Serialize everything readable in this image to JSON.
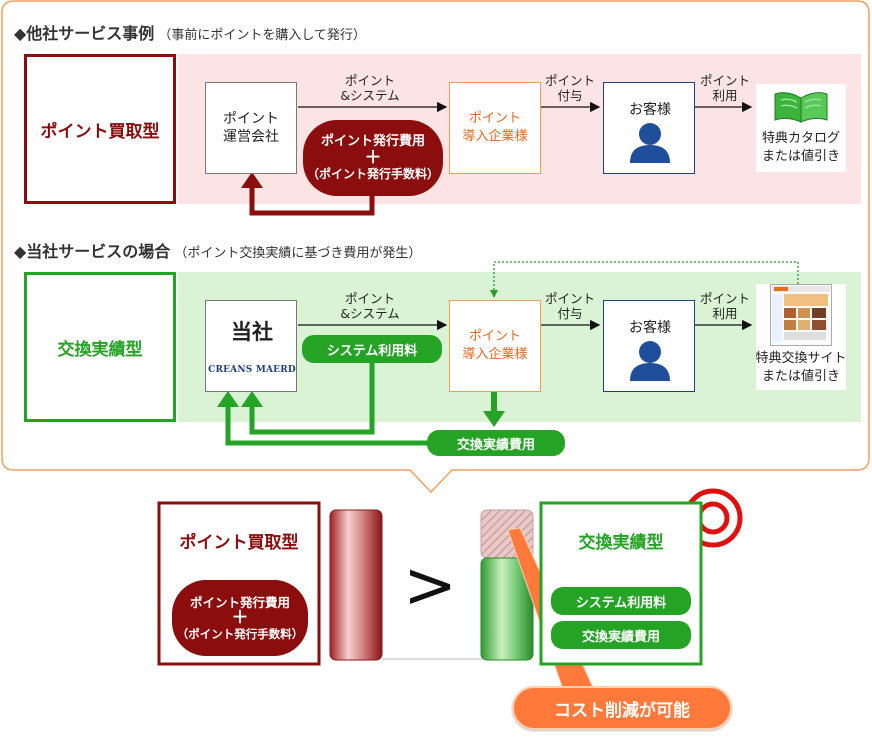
{
  "section1": {
    "title": "◆他社サービス事例",
    "subtitle": "（事前にポイントを購入して発行）",
    "type_label": "ポイント買取型",
    "operator_label": "ポイント\n運営会社",
    "cost_line1": "ポイント発行費用",
    "cost_plus": "＋",
    "cost_line2": "（ポイント発行手数料）",
    "arrow1_label": "ポイント\n&システム",
    "company_label": "ポイント\n導入企業様",
    "arrow2_label": "ポイント\n付与",
    "customer_label": "お客様",
    "arrow3_label": "ポイント\n利用",
    "reward_label": "特典カタログ\nまたは値引き"
  },
  "section2": {
    "title": "◆当社サービスの場合",
    "subtitle": "（ポイント交換実績に基づき費用が発生）",
    "type_label": "交換実績型",
    "operator_label": "当社",
    "logo_text": "CREANS MAERD",
    "system_fee": "システム利用料",
    "arrow1_label": "ポイント\n&システム",
    "company_label": "ポイント\n導入企業様",
    "arrow2_label": "ポイント\n付与",
    "customer_label": "お客様",
    "arrow3_label": "ポイント\n利用",
    "reward_label": "特典交換サイト\nまたは値引き",
    "exchange_fee": "交換実績費用"
  },
  "comparison": {
    "left_title": "ポイント買取型",
    "left_cost_line1": "ポイント発行費用",
    "left_cost_plus": "＋",
    "left_cost_line2": "（ポイント発行手数料）",
    "operator": ">",
    "right_title": "交換実績型",
    "right_fee1": "システム利用料",
    "right_fee2": "交換実績費用",
    "callout": "コスト削減が可能"
  },
  "colors": {
    "dark_red": "#8b0d0d",
    "green": "#24a324",
    "orange": "#ff7a3a",
    "navy": "#1f3f80"
  }
}
